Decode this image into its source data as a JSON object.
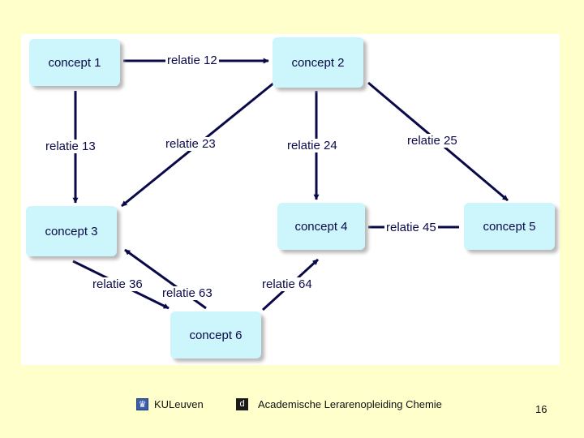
{
  "diagram": {
    "nodes": [
      {
        "id": "c1",
        "label": "concept 1"
      },
      {
        "id": "c2",
        "label": "concept 2"
      },
      {
        "id": "c3",
        "label": "concept 3"
      },
      {
        "id": "c4",
        "label": "concept 4"
      },
      {
        "id": "c5",
        "label": "concept 5"
      },
      {
        "id": "c6",
        "label": "concept 6"
      }
    ],
    "relations": [
      {
        "id": "r12",
        "label": "relatie 12",
        "from": "c1",
        "to": "c2"
      },
      {
        "id": "r13",
        "label": "relatie 13",
        "from": "c1",
        "to": "c3"
      },
      {
        "id": "r23",
        "label": "relatie 23",
        "from": "c2",
        "to": "c3"
      },
      {
        "id": "r24",
        "label": "relatie 24",
        "from": "c2",
        "to": "c4"
      },
      {
        "id": "r25",
        "label": "relatie 25",
        "from": "c2",
        "to": "c5"
      },
      {
        "id": "r45",
        "label": "relatie 45",
        "from": "c4",
        "to": "c5"
      },
      {
        "id": "r36",
        "label": "relatie 36",
        "from": "c3",
        "to": "c6"
      },
      {
        "id": "r63",
        "label": "relatie 63",
        "from": "c6",
        "to": "c3"
      },
      {
        "id": "r64",
        "label": "relatie 64",
        "from": "c6",
        "to": "c4"
      }
    ],
    "colors": {
      "node_fill": "#ccf6fb",
      "edge": "#0a0a48",
      "background": "#ffffcc"
    }
  },
  "footer": {
    "kul_icon": "kuleuven-logo-icon",
    "kul_text": "KULeuven",
    "ale_icon": "academische-lerarenopleiding-logo-icon",
    "ale_text": "Academische Lerarenopleiding Chemie",
    "page_number": "16"
  }
}
